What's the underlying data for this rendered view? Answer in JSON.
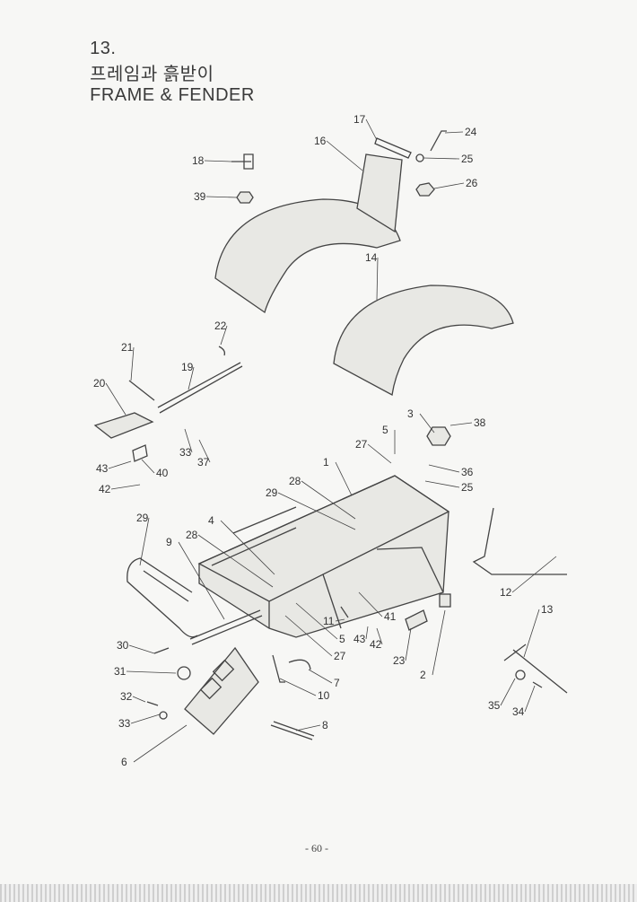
{
  "title": {
    "number": "13.",
    "korean": "프레임과 흙받이",
    "english": "FRAME & FENDER"
  },
  "callouts": [
    "17",
    "16",
    "18",
    "24",
    "25",
    "26",
    "39",
    "14",
    "22",
    "21",
    "19",
    "20",
    "3",
    "38",
    "5",
    "27",
    "36",
    "25",
    "1",
    "43",
    "40",
    "33",
    "37",
    "42",
    "28",
    "29",
    "4",
    "28",
    "29",
    "9",
    "12",
    "13",
    "41",
    "11",
    "43",
    "42",
    "5",
    "23",
    "27",
    "30",
    "31",
    "2",
    "7",
    "10",
    "32",
    "33",
    "35",
    "34",
    "8",
    "6"
  ],
  "page_number": "- 60 -"
}
